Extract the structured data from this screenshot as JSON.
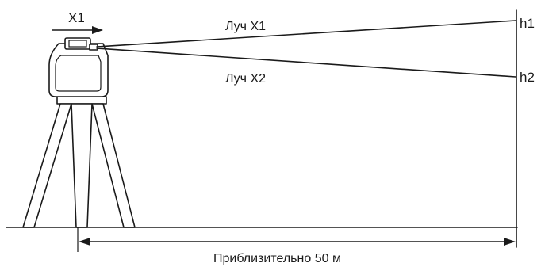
{
  "labels": {
    "direction": "X1",
    "beam1": "Луч X1",
    "beam2": "Луч X2",
    "h1": "h1",
    "h2": "h2",
    "distance": "Приблизительно 50 м"
  }
}
